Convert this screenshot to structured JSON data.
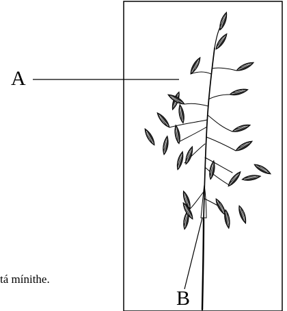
{
  "diagram": {
    "labels": {
      "a": "A",
      "b": "B"
    },
    "cut_text": "tá mínithe."
  },
  "colors": {
    "ink": "#000000",
    "background": "#ffffff",
    "spikelet_fill": "#2a2a2a"
  }
}
